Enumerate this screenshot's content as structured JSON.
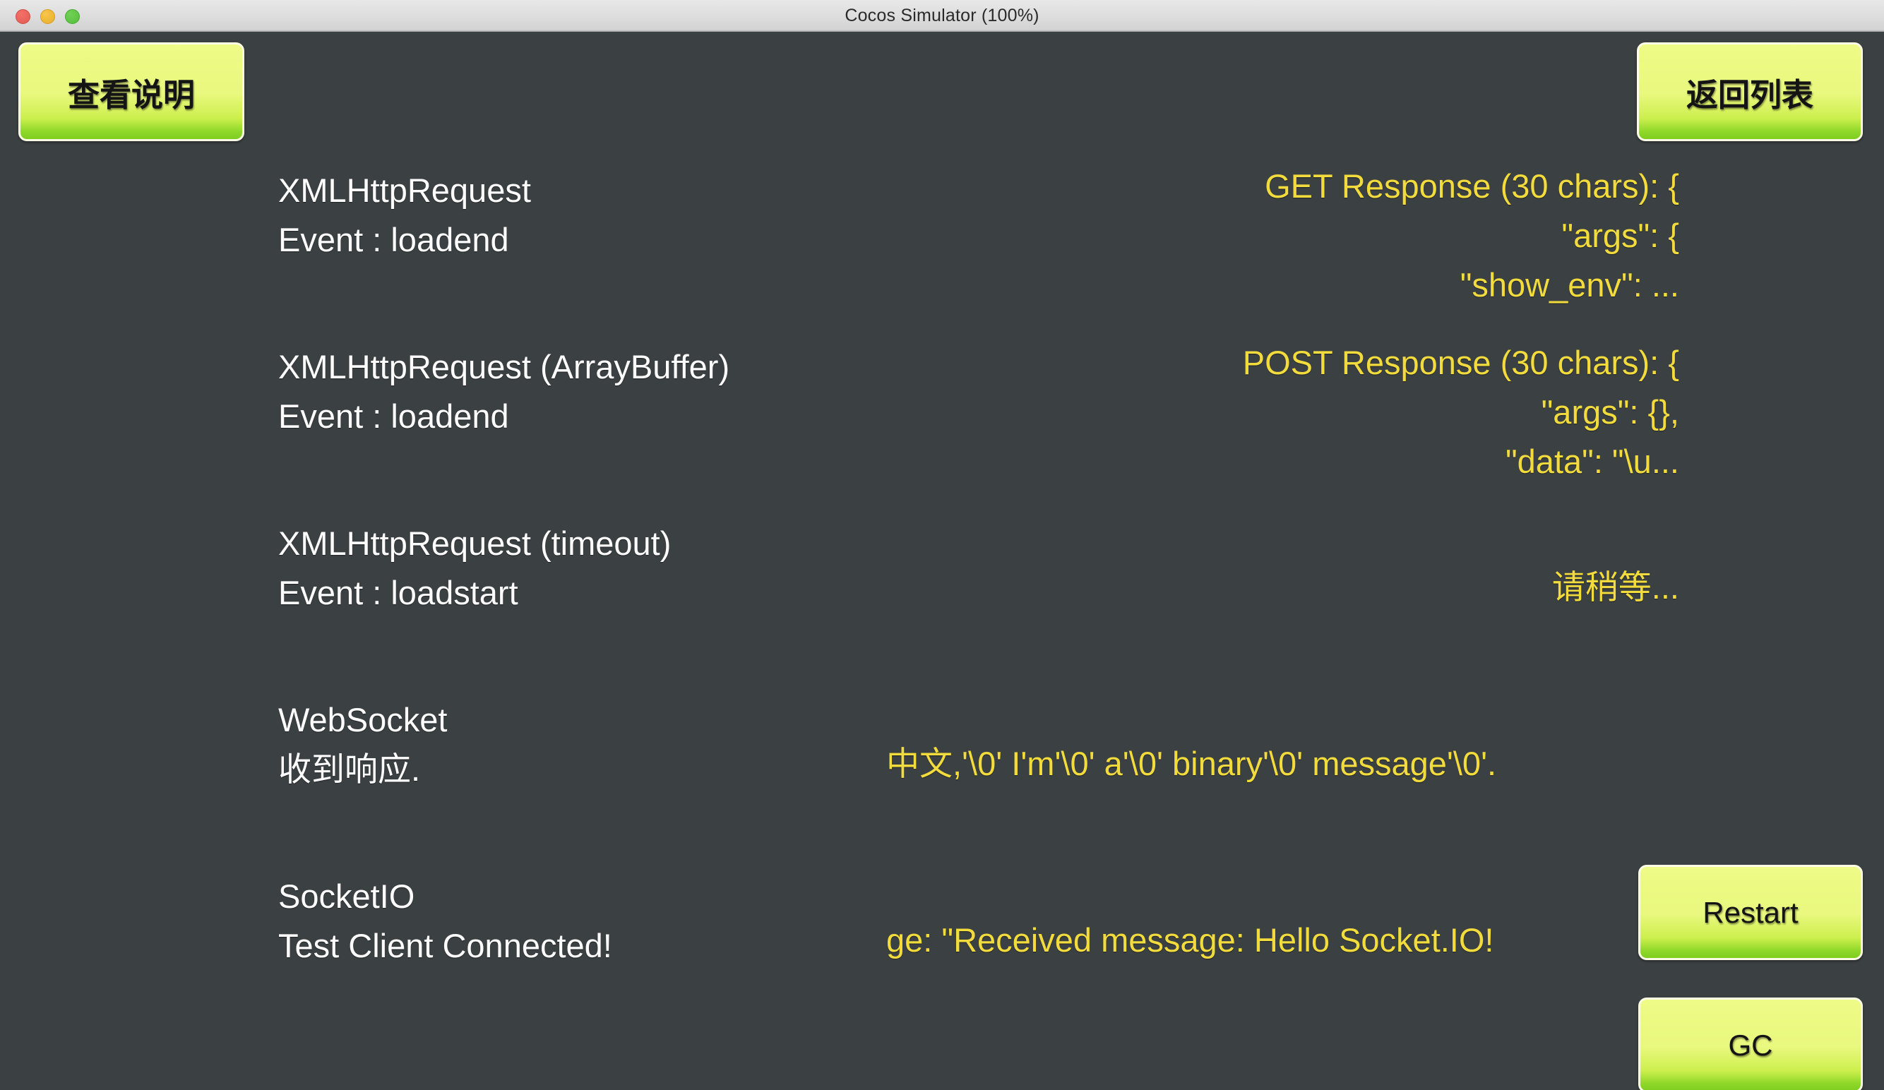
{
  "window": {
    "title": "Cocos Simulator (100%)",
    "traffic_lights": [
      "close",
      "minimize",
      "maximize"
    ],
    "background_color": "#3b4043"
  },
  "colors": {
    "canvas_bg": "#3b4043",
    "title_text": "#fdfdfd",
    "result_text": "#f2db3d",
    "button_fill_top": "#eefb86",
    "button_fill_bottom": "#7ece20",
    "button_border": "#fbfde4",
    "button_label": "#141414"
  },
  "buttons": {
    "view_description": "查看说明",
    "back_to_list": "返回列表",
    "restart": "Restart",
    "gc": "GC"
  },
  "tests": [
    {
      "name": "XMLHttpRequest",
      "status": "Event : loadend",
      "result_lines": [
        "GET Response (30 chars): {",
        "    \"args\": {",
        "      \"show_env\": ..."
      ],
      "result_align": "right"
    },
    {
      "name": "XMLHttpRequest (ArrayBuffer)",
      "status": "Event : loadend",
      "result_lines": [
        "POST Response (30 chars): {",
        "    \"args\": {},",
        "  \"data\": \"\\u..."
      ],
      "result_align": "right"
    },
    {
      "name": "XMLHttpRequest (timeout)",
      "status": "Event : loadstart",
      "result_lines": [
        "请稍等..."
      ],
      "result_align": "right"
    },
    {
      "name": "WebSocket",
      "status": "收到响应.",
      "result_lines": [
        "中文,'\\0' I'm'\\0' a'\\0' binary'\\0' message'\\0'."
      ],
      "result_align": "wide"
    },
    {
      "name": "SocketIO",
      "status": "Test Client Connected!",
      "result_lines": [
        "ge: \"Received message: Hello Socket.IO!"
      ],
      "result_align": "wide"
    }
  ]
}
